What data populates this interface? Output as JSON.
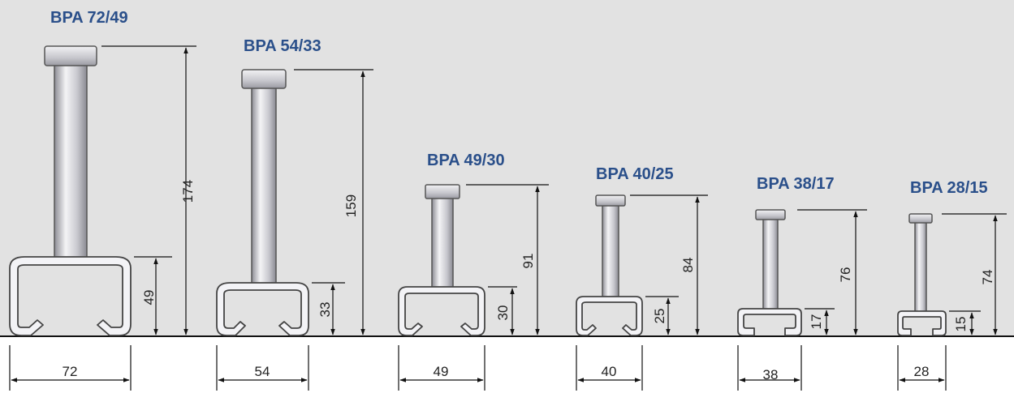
{
  "colors": {
    "background_upper": "#e2e2e2",
    "background_lower": "#ffffff",
    "title": "#2a4f8a",
    "line": "#111111",
    "rail_fill": "#f3f3f6",
    "rail_stroke": "#444444"
  },
  "profiles": [
    {
      "title": "BPA 72/49",
      "width": "72",
      "channel_height": "49",
      "total_height": "174"
    },
    {
      "title": "BPA 54/33",
      "width": "54",
      "channel_height": "33",
      "total_height": "159"
    },
    {
      "title": "BPA 49/30",
      "width": "49",
      "channel_height": "30",
      "total_height": "91"
    },
    {
      "title": "BPA 40/25",
      "width": "40",
      "channel_height": "25",
      "total_height": "84"
    },
    {
      "title": "BPA 38/17",
      "width": "38",
      "channel_height": "17",
      "total_height": "76"
    },
    {
      "title": "BPA 28/15",
      "width": "28",
      "channel_height": "15",
      "total_height": "74"
    }
  ]
}
